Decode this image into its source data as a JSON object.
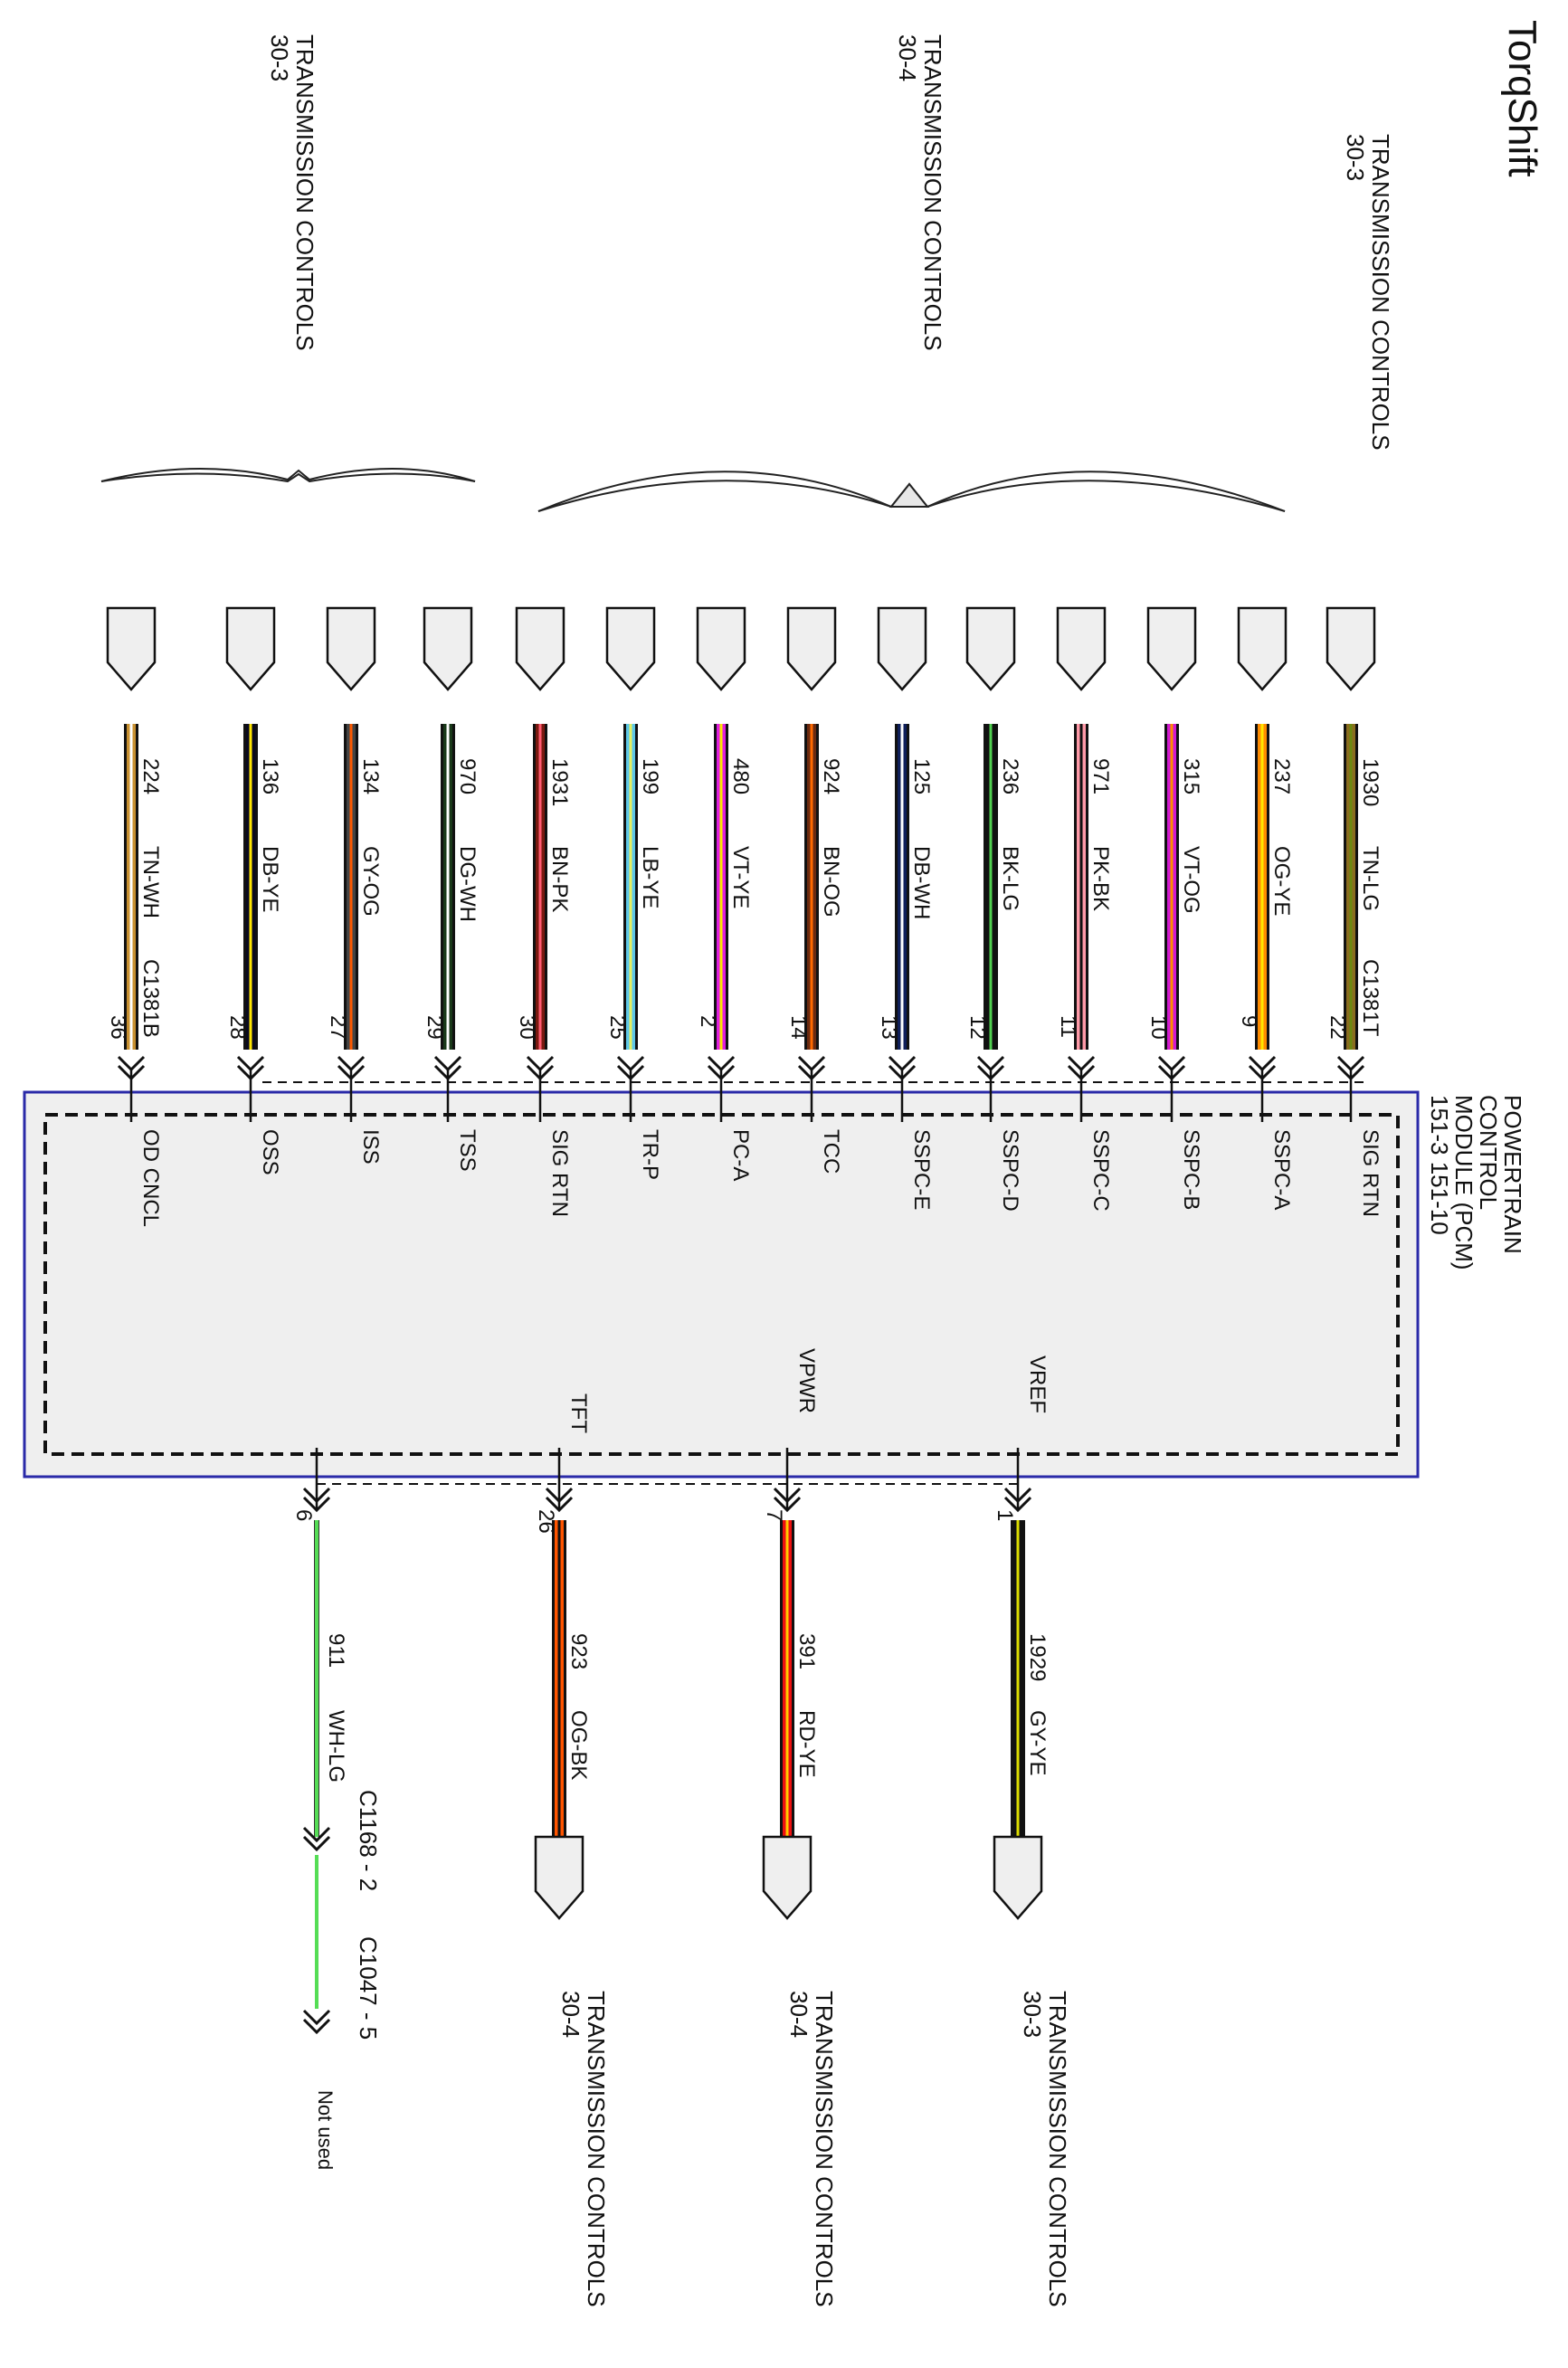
{
  "title": "TorqShift",
  "module": {
    "lines": [
      "POWERTRAIN",
      "CONTROL",
      "MODULE (PCM)",
      "151-3   151-10"
    ]
  },
  "top_wires": [
    {
      "pin": "22",
      "circuit": "1930",
      "color_code": "TN-LG",
      "connector": "C1381T",
      "signal": "SIG RTN",
      "colors": [
        "#8a6d1f",
        "#6a8a10"
      ]
    },
    {
      "pin": "9",
      "circuit": "237",
      "color_code": "OG-YE",
      "connector": "",
      "signal": "SSPC-A",
      "colors": [
        "#ff8c00",
        "#ffe600"
      ]
    },
    {
      "pin": "10",
      "circuit": "315",
      "color_code": "VT-OG",
      "connector": "",
      "signal": "SSPC-B",
      "colors": [
        "#d21ad2",
        "#ff8c00"
      ]
    },
    {
      "pin": "11",
      "circuit": "971",
      "color_code": "PK-BK",
      "connector": "",
      "signal": "SSPC-C",
      "colors": [
        "#ff9aa8",
        "#111111"
      ]
    },
    {
      "pin": "12",
      "circuit": "236",
      "color_code": "BK-LG",
      "connector": "",
      "signal": "SSPC-D",
      "colors": [
        "#111111",
        "#4fcf4f"
      ]
    },
    {
      "pin": "13",
      "circuit": "125",
      "color_code": "DB-WH",
      "connector": "",
      "signal": "SSPC-E",
      "colors": [
        "#0f1f5a",
        "#ffffff"
      ]
    },
    {
      "pin": "14",
      "circuit": "924",
      "color_code": "BN-OG",
      "connector": "",
      "signal": "TCC",
      "colors": [
        "#6b2a10",
        "#ff6a00"
      ]
    },
    {
      "pin": "2",
      "circuit": "480",
      "color_code": "VT-YE",
      "connector": "",
      "signal": "PC-A",
      "colors": [
        "#e020e0",
        "#ffe600"
      ]
    },
    {
      "pin": "25",
      "circuit": "199",
      "color_code": "LB-YE",
      "connector": "",
      "signal": "TR-P",
      "colors": [
        "#5ec8e8",
        "#e6f060"
      ]
    },
    {
      "pin": "30",
      "circuit": "1931",
      "color_code": "BN-PK",
      "connector": "",
      "signal": "SIG RTN",
      "colors": [
        "#7a1a10",
        "#ff5a70"
      ]
    },
    {
      "pin": "29",
      "circuit": "970",
      "color_code": "DG-WH",
      "connector": "",
      "signal": "TSS",
      "colors": [
        "#1a3a1a",
        "#ffffff"
      ]
    },
    {
      "pin": "27",
      "circuit": "134",
      "color_code": "GY-OG",
      "connector": "",
      "signal": "ISS",
      "colors": [
        "#444444",
        "#ff5a00"
      ]
    },
    {
      "pin": "28",
      "circuit": "136",
      "color_code": "DB-YE",
      "connector": "",
      "signal": "OSS",
      "colors": [
        "#0a0a20",
        "#ffe600"
      ]
    },
    {
      "pin": "36",
      "circuit": "224",
      "color_code": "TN-WH",
      "connector": "C1381B",
      "signal": "OD CNCL",
      "colors": [
        "#c89030",
        "#ffffff"
      ]
    }
  ],
  "bottom_wires": [
    {
      "pin": "1",
      "circuit": "1929",
      "color_code": "GY-YE",
      "signal": "VREF",
      "colors": [
        "#111111",
        "#dddd00"
      ]
    },
    {
      "pin": "7",
      "circuit": "391",
      "color_code": "RD-YE",
      "signal": "VPWR",
      "colors": [
        "#ee1111",
        "#ffcc00"
      ]
    },
    {
      "pin": "26",
      "circuit": "923",
      "color_code": "OG-BK",
      "signal": "TFT",
      "colors": [
        "#ff5500",
        "#111111"
      ]
    },
    {
      "pin": "6",
      "circuit": "911",
      "color_code": "WH-LG",
      "signal": "",
      "colors": [
        "#ffffff",
        "#55dd55"
      ]
    }
  ],
  "refs": {
    "top_right": [
      "TRANSMISSION CONTROLS",
      "30-3"
    ],
    "top_middle": [
      "TRANSMISSION CONTROLS",
      "30-4"
    ],
    "top_left": [
      "TRANSMISSION CONTROLS",
      "30-3"
    ],
    "bottom_vref": [
      "TRANSMISSION CONTROLS",
      "30-3"
    ],
    "bottom_vpwr": [
      "TRANSMISSION CONTROLS",
      "30-4"
    ],
    "bottom_tft": [
      "TRANSMISSION CONTROLS",
      "30-4"
    ]
  },
  "splice": {
    "connector1": "C1168 - 2",
    "connector2": "C1047 - 5",
    "note": "Not used"
  }
}
